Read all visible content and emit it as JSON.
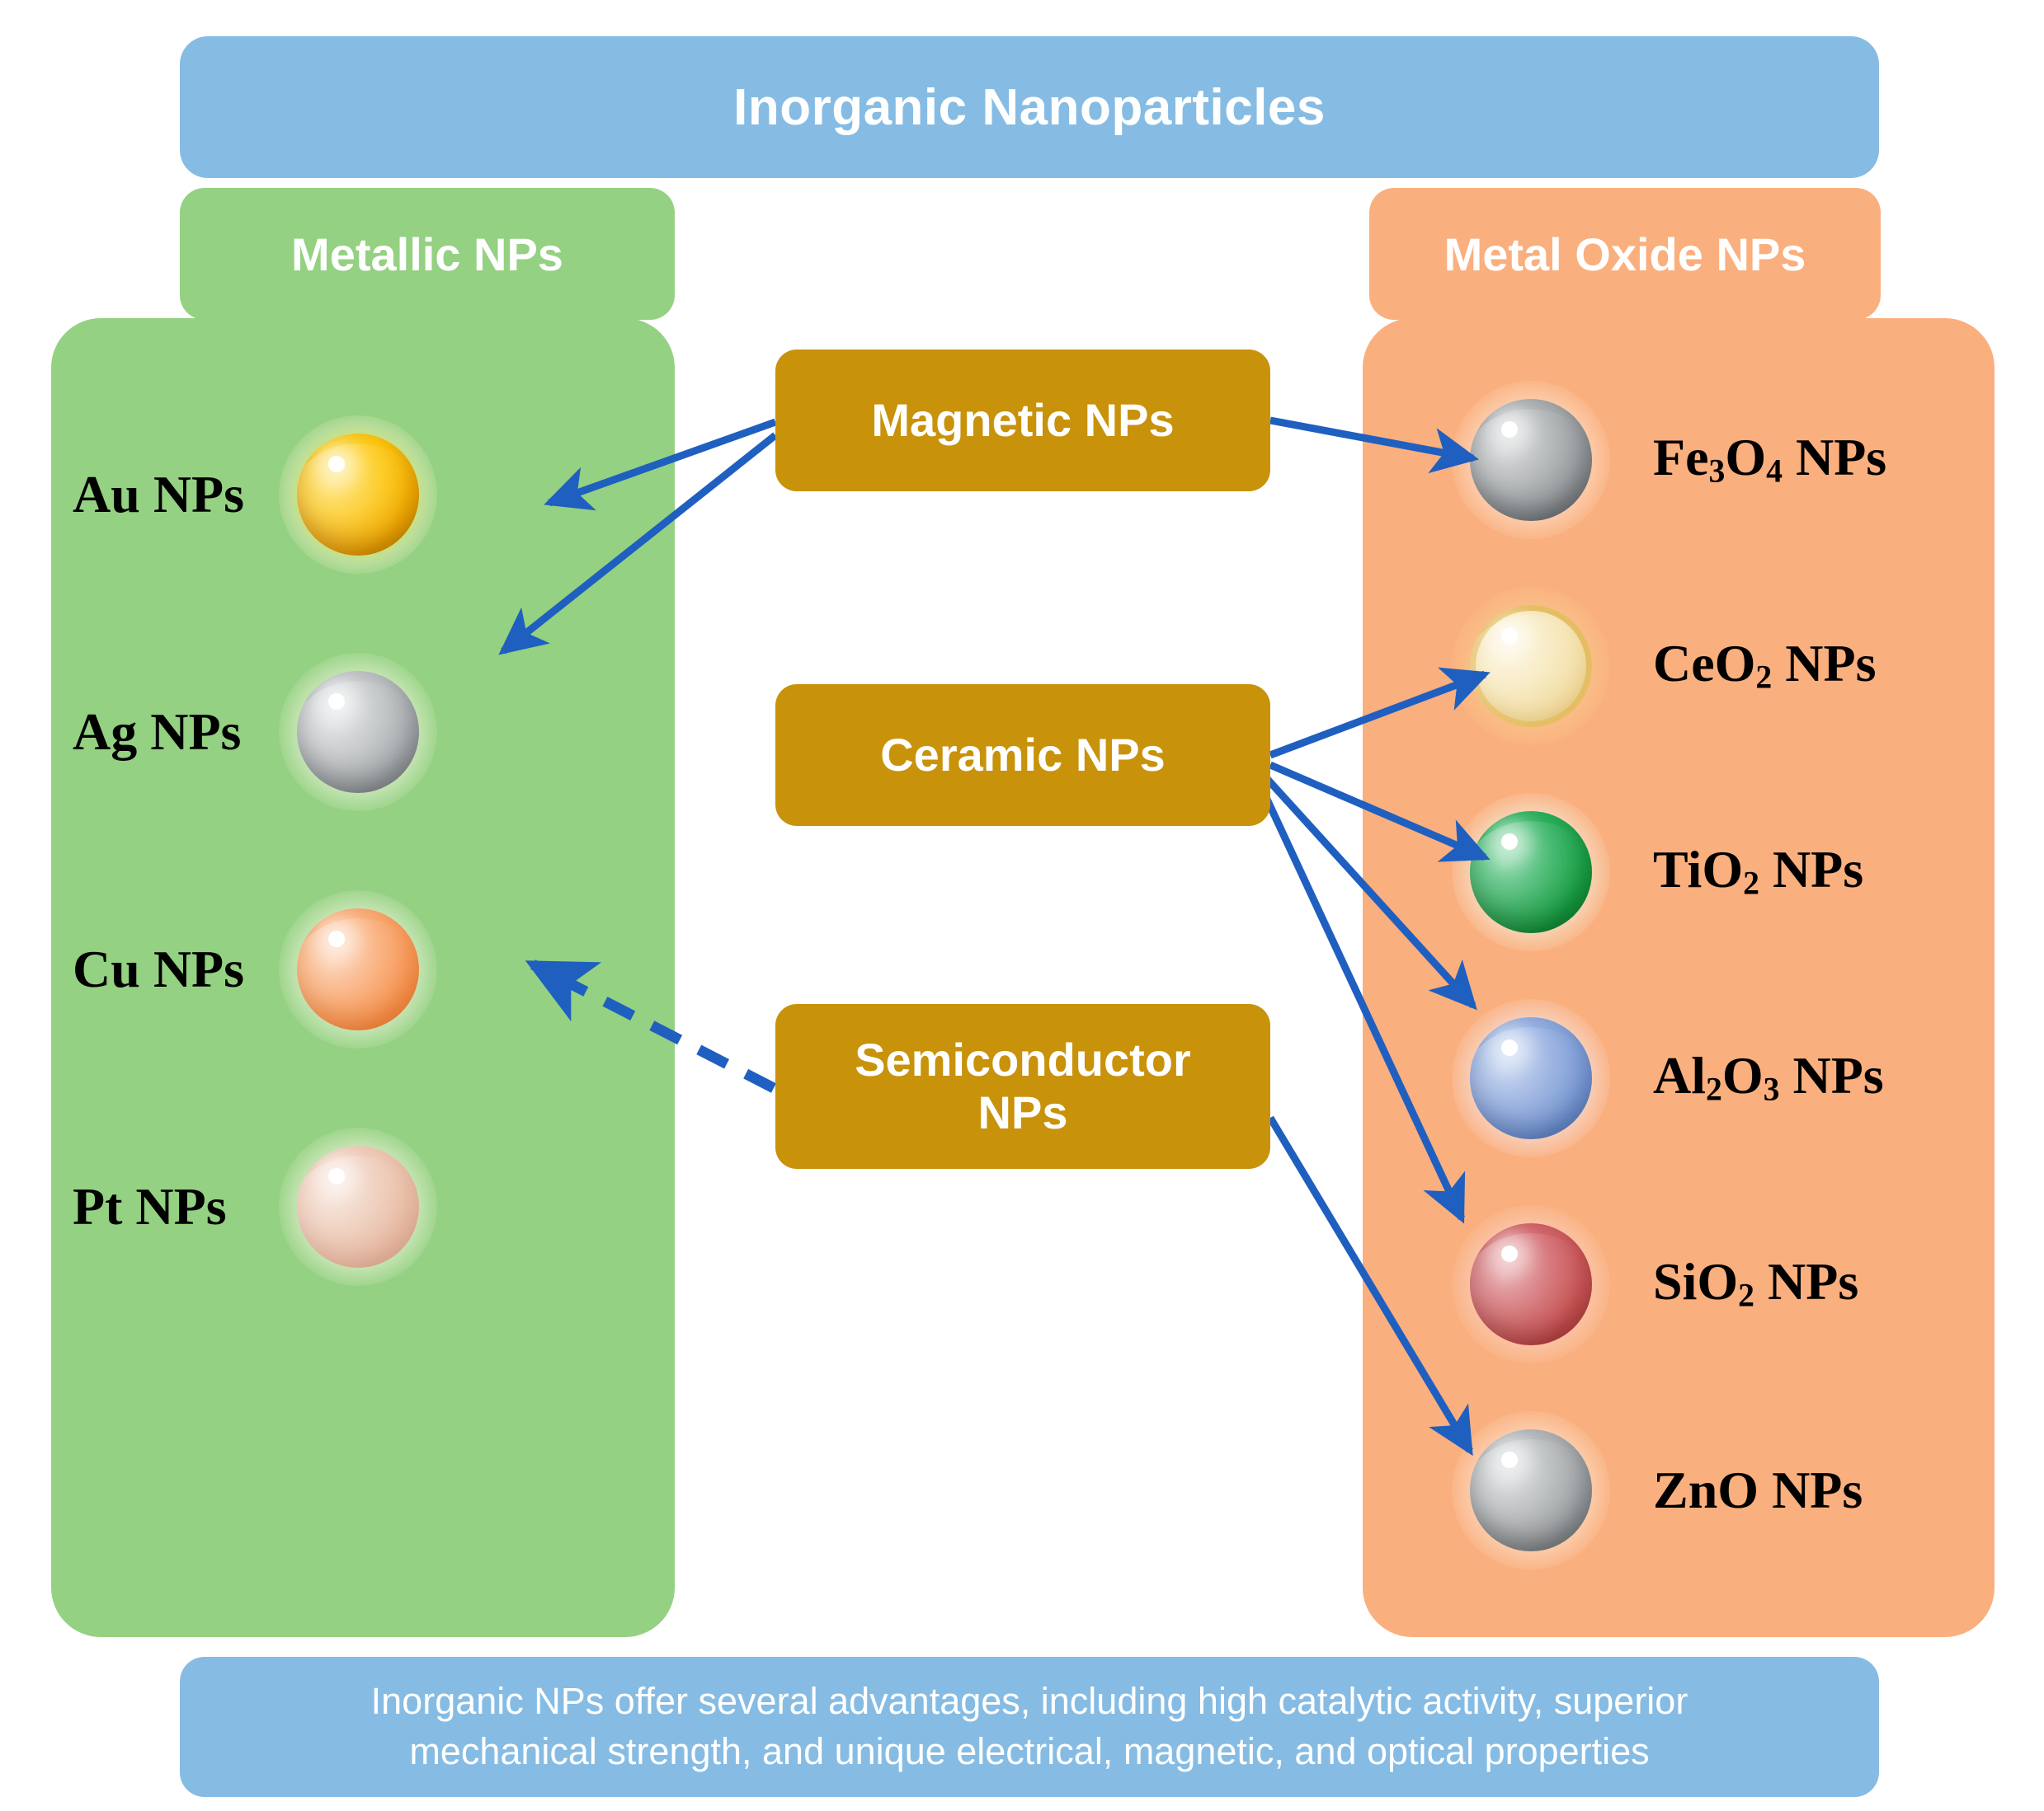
{
  "header": {
    "title": "Inorganic Nanoparticles"
  },
  "footer": {
    "line1": "Inorganic NPs offer several advantages, including high catalytic activity, superior",
    "line2": "mechanical strength, and unique electrical, magnetic, and optical properties"
  },
  "columns": {
    "metallic": {
      "header": "Metallic NPs",
      "items": [
        {
          "label": "Au NPs",
          "formula": "Au",
          "sphere": "gold-sphere",
          "color": "#F5B800",
          "glow": "#E8EB6E"
        },
        {
          "label": "Ag NPs",
          "formula": "Ag",
          "sphere": "silver-sphere",
          "color": "#A9ACAE",
          "glow": "#D8EBC9"
        },
        {
          "label": "Cu NPs",
          "formula": "Cu",
          "sphere": "copper-sphere",
          "color": "#F89B5C",
          "glow": "#DCEBC6"
        },
        {
          "label": "Pt NPs",
          "formula": "Pt",
          "sphere": "platinum-sphere",
          "color": "#E8BCA8",
          "glow": "#DCEBC6"
        }
      ]
    },
    "metal_oxide": {
      "header": "Metal Oxide NPs",
      "items": [
        {
          "label": "Fe3O4 NPs",
          "base": "Fe",
          "sub1": "3",
          "mid": "O",
          "sub2": "4",
          "tail": " NPs",
          "sphere": "magnetite-sphere",
          "color": "#8E9294",
          "glow": "#FBD9C0"
        },
        {
          "label": "CeO2 NPs",
          "base": "CeO",
          "sub1": "2",
          "mid": "",
          "sub2": "",
          "tail": " NPs",
          "sphere": "ceria-sphere",
          "color": "#F2E2B0",
          "glow": "#F8C893"
        },
        {
          "label": "TiO2 NPs",
          "base": "TiO",
          "sub1": "2",
          "mid": "",
          "sub2": "",
          "tail": " NPs",
          "sphere": "titania-sphere",
          "color": "#1FA04C",
          "glow": "#FBDCC4"
        },
        {
          "label": "Al2O3 NPs",
          "base": "Al",
          "sub1": "2",
          "mid": "O",
          "sub2": "3",
          "tail": " NPs",
          "sphere": "alumina-sphere",
          "color": "#7FA0D8",
          "glow": "#FBDCC4"
        },
        {
          "label": "SiO2 NPs",
          "base": "SiO",
          "sub1": "2",
          "mid": "",
          "sub2": "",
          "tail": " NPs",
          "sphere": "silica-sphere",
          "color": "#CB5055",
          "glow": "#FBD3BB"
        },
        {
          "label": "ZnO NPs",
          "base": "ZnO",
          "sub1": "",
          "mid": "",
          "sub2": "",
          "tail": " NPs",
          "sphere": "zincoxide-sphere",
          "color": "#A9ACAE",
          "glow": "#FBDCC4"
        }
      ]
    }
  },
  "categories": [
    {
      "id": "magnetic",
      "label": "Magnetic NPs",
      "targets": [
        "Au NPs",
        "Ag NPs",
        "Fe3O4 NPs"
      ],
      "line_style": "solid"
    },
    {
      "id": "ceramic",
      "label": "Ceramic NPs",
      "targets": [
        "CeO2 NPs",
        "TiO2 NPs",
        "Al2O3 NPs",
        "SiO2 NPs"
      ],
      "line_style": "solid"
    },
    {
      "id": "semiconductor",
      "label": "Semiconductor NPs",
      "label_line1": "Semiconductor",
      "label_line2": "NPs",
      "targets": [
        "Cu NPs",
        "ZnO NPs"
      ],
      "line_style": "dashed"
    }
  ],
  "colors": {
    "banner_blue": "#86BCE3",
    "metallic_green": "#94D182",
    "oxide_orange": "#FAAF7E",
    "category_gold": "#C8920A",
    "arrow_blue": "#1F5FC0",
    "text_dark": "#000000",
    "text_light": "#FFFFFF"
  }
}
